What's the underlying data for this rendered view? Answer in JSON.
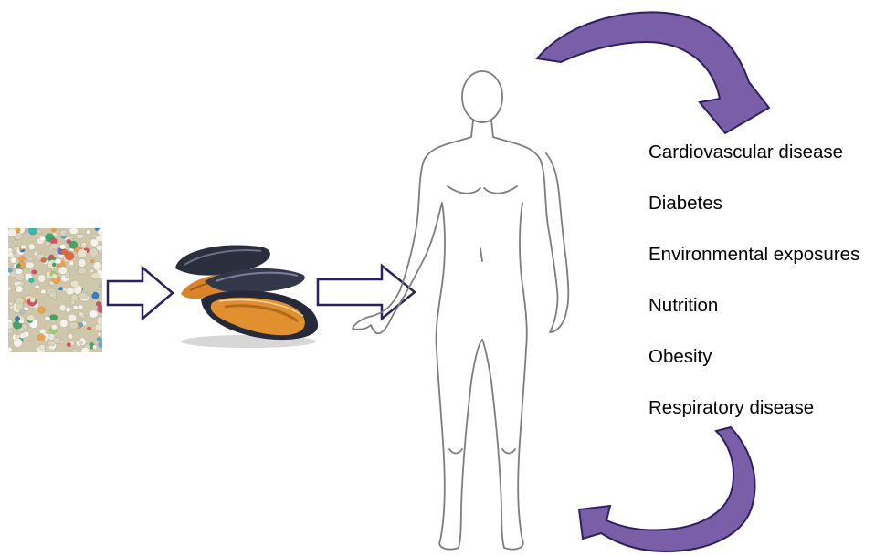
{
  "diagram": {
    "factors": [
      "Cardiovascular disease",
      "Diabetes",
      "Environmental exposures",
      "Nutrition",
      "Obesity",
      "Respiratory disease"
    ],
    "pictures": [
      {
        "name": "microplastic-particles",
        "description_icon": "plastic-pellets-photo"
      },
      {
        "name": "mussel",
        "description_icon": "mussel-photo"
      },
      {
        "name": "human-body-outline",
        "description_icon": "human-figure-outline"
      }
    ],
    "colors": {
      "cycle_arrow_fill": "#7b5ea8",
      "cycle_arrow_stroke": "#2e2060",
      "flow_arrow_fill": "#ffffff",
      "flow_arrow_stroke": "#2e2060",
      "body_outline": "#7d7d7d",
      "mussel_shell": "#2b2e3c",
      "mussel_flesh": "#d9832a"
    }
  }
}
